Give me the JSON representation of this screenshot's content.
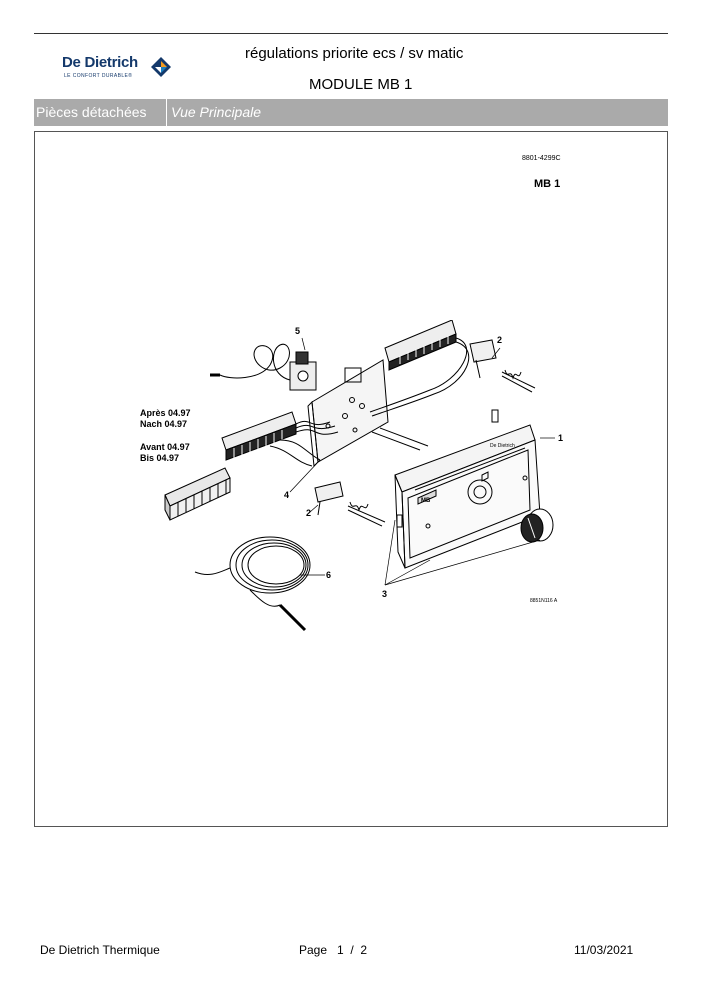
{
  "header": {
    "logo": {
      "name": "De Dietrich",
      "tagline": "LE CONFORT DURABLE®"
    },
    "title_line1": "régulations priorite ecs / sv matic",
    "title_line2": "MODULE MB 1"
  },
  "tabs": [
    {
      "label": "Pièces détachées"
    },
    {
      "label": "Vue Principale"
    }
  ],
  "drawing": {
    "reference": "8801-4299C",
    "model": "MB 1",
    "image_code": "8851N116 A",
    "callouts": [
      "1",
      "2",
      "2",
      "3",
      "4",
      "5",
      "6"
    ],
    "notes": [
      "Après 04.97",
      "Nach 04.97",
      "Avant 04.97",
      "Bis 04.97"
    ],
    "unit_texts": {
      "brand": "De Dietrich",
      "badge": "MB"
    }
  },
  "footer": {
    "company": "De Dietrich Thermique",
    "page_label": "Page",
    "page_current": "1",
    "page_separator": "/",
    "page_total": "2",
    "date": "11/03/2021"
  },
  "colors": {
    "brand": "#14396b",
    "tab_bar": "#aaaaaa",
    "logo_orange": "#f29a1f",
    "logo_blue": "#1a7fc1"
  }
}
